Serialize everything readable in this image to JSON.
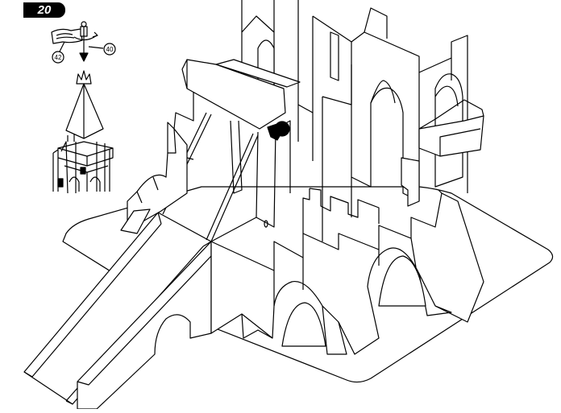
{
  "step": {
    "number": "20"
  },
  "detail": {
    "part_a": "42",
    "part_b": "40"
  },
  "colors": {
    "line": "#000000",
    "fill": "#ffffff"
  }
}
